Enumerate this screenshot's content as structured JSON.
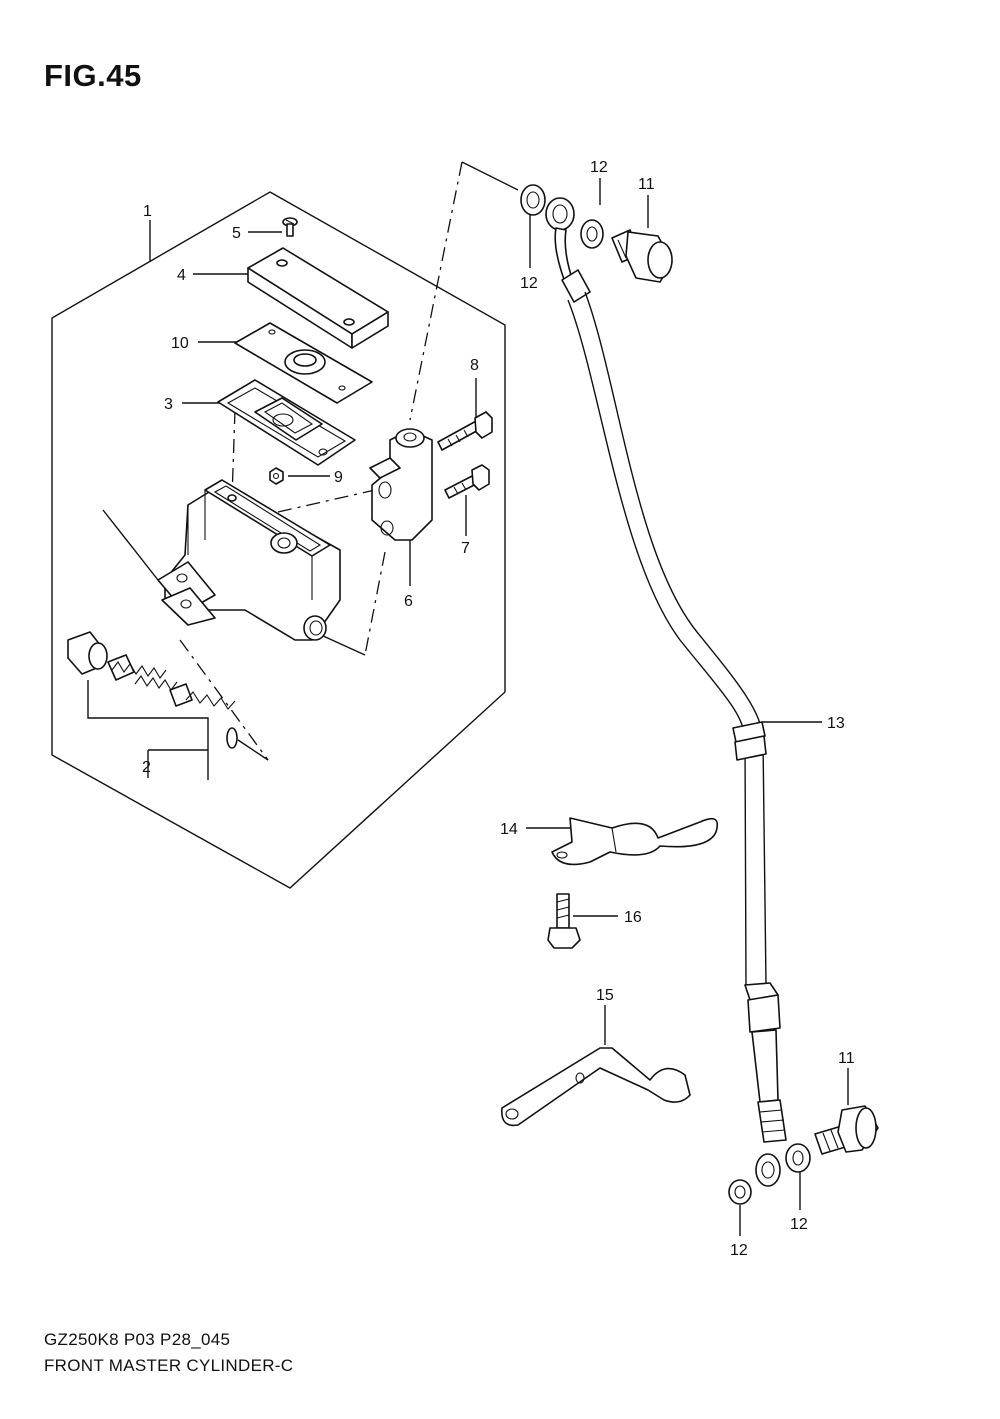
{
  "figure": {
    "title": "FIG.45",
    "code": "GZ250K8 P03 P28_045",
    "name": "FRONT MASTER CYLINDER-C"
  },
  "callouts": {
    "c1": "1",
    "c2": "2",
    "c3": "3",
    "c4": "4",
    "c5": "5",
    "c6": "6",
    "c7": "7",
    "c8": "8",
    "c9": "9",
    "c10": "10",
    "c11a": "11",
    "c11b": "11",
    "c12a": "12",
    "c12b": "12",
    "c12c": "12",
    "c12d": "12",
    "c13": "13",
    "c14": "14",
    "c15": "15",
    "c16": "16"
  }
}
